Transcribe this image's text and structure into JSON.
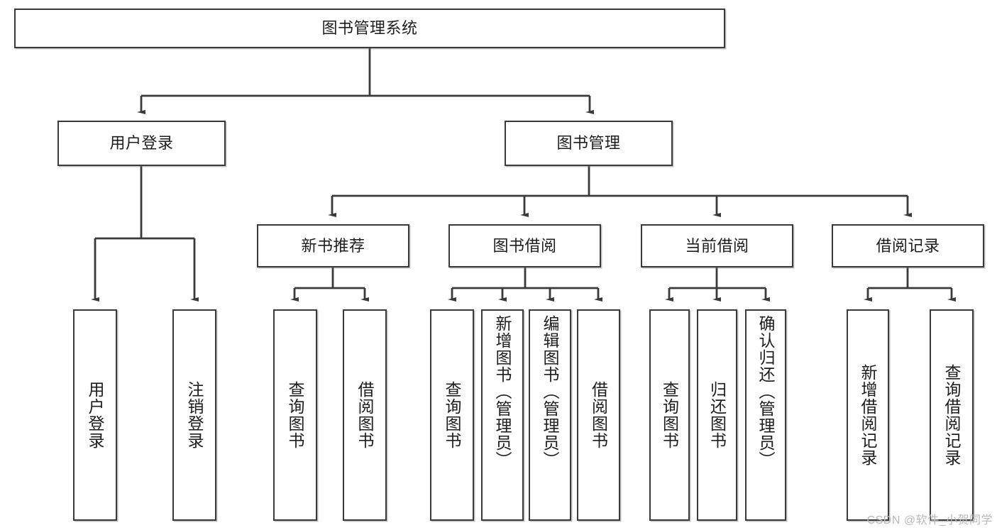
{
  "diagram": {
    "type": "tree",
    "title": "图书管理系统",
    "watermark": "CSDN @软件_小贺同学",
    "colors": {
      "box_border": "#3a3a3a",
      "box_fill": "#ffffff",
      "connector": "#3a3a3a",
      "text": "#1d1d1d",
      "watermark": "#b9b9b9"
    },
    "levels": {
      "root": {
        "label": "图书管理系统"
      },
      "level2": [
        {
          "label": "用户登录"
        },
        {
          "label": "图书管理"
        }
      ],
      "level3": [
        {
          "label": "新书推荐"
        },
        {
          "label": "图书借阅"
        },
        {
          "label": "当前借阅"
        },
        {
          "label": "借阅记录"
        }
      ],
      "leaves": {
        "user_login": [
          {
            "label": "用户登录"
          },
          {
            "label": "注销登录"
          }
        ],
        "new_book_recommend": [
          {
            "label": "查询图书"
          },
          {
            "label": "借阅图书"
          }
        ],
        "book_borrow": [
          {
            "label": "查询图书"
          },
          {
            "label": "新增图书（管理员）"
          },
          {
            "label": "编辑图书（管理员）"
          },
          {
            "label": "借阅图书"
          }
        ],
        "current_borrow": [
          {
            "label": "查询图书"
          },
          {
            "label": "归还图书"
          },
          {
            "label": "确认归还（管理员）"
          }
        ],
        "borrow_records": [
          {
            "label": "新增借阅记录"
          },
          {
            "label": "查询借阅记录"
          }
        ]
      }
    }
  }
}
